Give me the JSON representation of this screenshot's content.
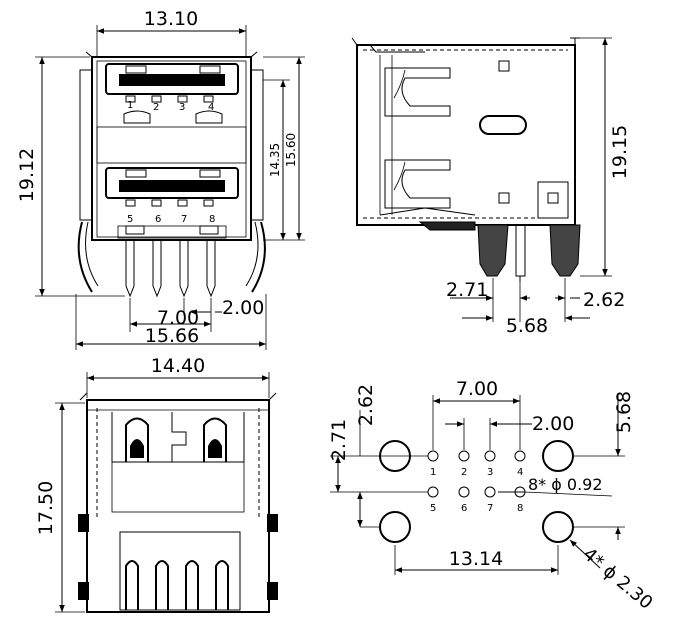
{
  "front_view": {
    "dims": {
      "width_top": "13.10",
      "height_left": "19.12",
      "height_inner": "14.35",
      "height_outer": "15.60",
      "pitch_7": "7.00",
      "pitch_2": "2.00",
      "width_bottom": "15.66"
    },
    "top_port_pins": [
      "1",
      "2",
      "3",
      "4"
    ],
    "bottom_port_pins": [
      "5",
      "6",
      "7",
      "8"
    ]
  },
  "side_view": {
    "dims": {
      "height": "19.15",
      "offset_left": "2.71",
      "offset_right": "2.62",
      "spacing": "5.68"
    }
  },
  "rear_view": {
    "dims": {
      "width_top": "14.40",
      "height_left": "17.50"
    }
  },
  "pcb_layout": {
    "dims": {
      "pitch_7": "7.00",
      "pitch_2": "2.00",
      "left_v1": "2.62",
      "left_v2": "2.71",
      "right_v": "5.68",
      "bottom_span": "13.14",
      "small_hole_note": "8* ϕ 0.92",
      "large_hole_note": "4* ϕ 2.30"
    },
    "row1_pins": [
      "1",
      "2",
      "3",
      "4"
    ],
    "row2_pins": [
      "5",
      "6",
      "7",
      "8"
    ]
  }
}
